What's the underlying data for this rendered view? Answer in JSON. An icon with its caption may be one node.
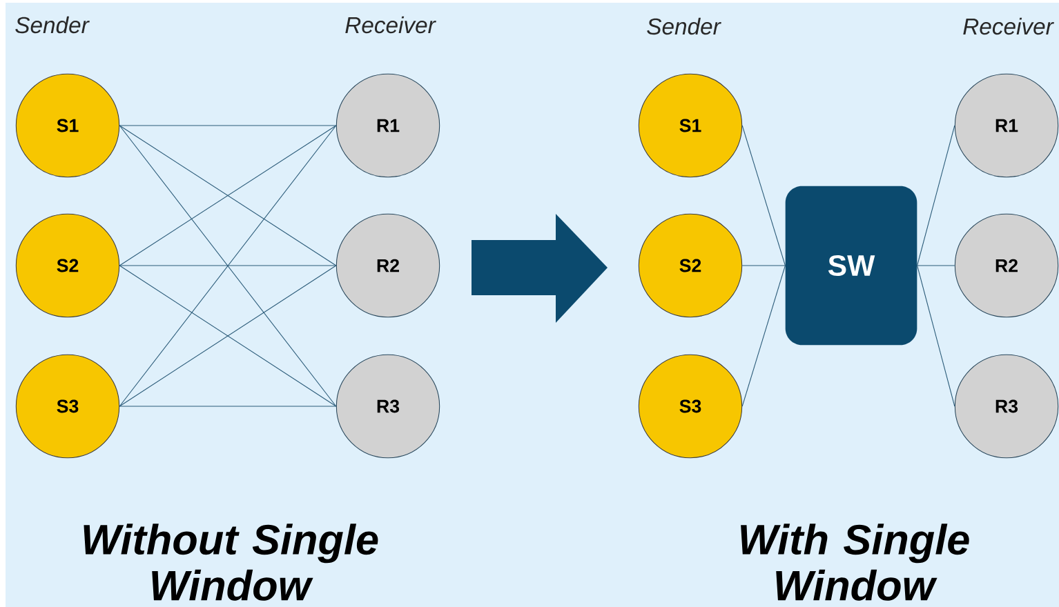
{
  "diagram": {
    "nodes": [
      {
        "text": [
          "S1"
        ]
      },
      {
        "text": [
          "S2"
        ]
      },
      {
        "text": [
          "S3"
        ]
      },
      {
        "text": [
          "R1"
        ]
      },
      {
        "text": [
          "R2"
        ]
      },
      {
        "text": [
          "R3"
        ]
      },
      {
        "text": [
          "S1"
        ]
      },
      {
        "text": [
          "S2"
        ]
      },
      {
        "text": [
          "S3"
        ]
      },
      {
        "text": [
          "SW"
        ]
      },
      {
        "text": [
          "R1"
        ]
      },
      {
        "text": [
          "R2"
        ]
      },
      {
        "text": [
          "R3"
        ]
      }
    ],
    "edges": [
      {
        "from": 0,
        "to": 3,
        "arrow": "none"
      },
      {
        "from": 0,
        "to": 4,
        "arrow": "none"
      },
      {
        "from": 0,
        "to": 5,
        "arrow": "none"
      },
      {
        "from": 1,
        "to": 3,
        "arrow": "none"
      },
      {
        "from": 1,
        "to": 4,
        "arrow": "none"
      },
      {
        "from": 1,
        "to": 5,
        "arrow": "none"
      },
      {
        "from": 2,
        "to": 3,
        "arrow": "none"
      },
      {
        "from": 2,
        "to": 4,
        "arrow": "none"
      },
      {
        "from": 2,
        "to": 5,
        "arrow": "none"
      },
      {
        "from": 6,
        "to": 9,
        "arrow": "none"
      },
      {
        "from": 7,
        "to": 9,
        "arrow": "none"
      },
      {
        "from": 8,
        "to": 9,
        "arrow": "none"
      },
      {
        "from": 9,
        "to": 10,
        "arrow": "none"
      },
      {
        "from": 9,
        "to": 11,
        "arrow": "none"
      },
      {
        "from": 9,
        "to": 12,
        "arrow": "none"
      }
    ],
    "labels": [
      "Sender",
      "Receiver",
      "Sender",
      "Receiver",
      "Without Single Window",
      "With Single Window"
    ]
  }
}
